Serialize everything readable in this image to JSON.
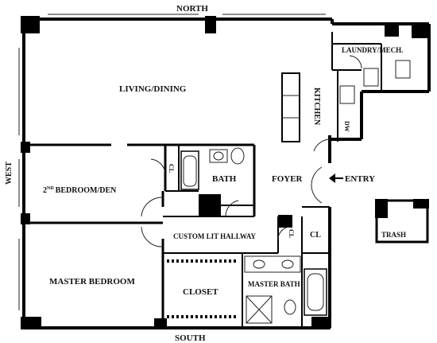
{
  "compass": {
    "north": "NORTH",
    "south": "SOUTH",
    "west": "WEST"
  },
  "rooms": {
    "living_dining": "LIVING/DINING",
    "kitchen": "KITCHEN",
    "laundry_mech": "LAUNDRY/MECH.",
    "dw": "DW",
    "bedroom2": "BEDROOM/DEN",
    "bedroom2_number": "2",
    "bedroom2_sup": "ND",
    "bath": "BATH",
    "cl_bath": "CL",
    "foyer": "FOYER",
    "entry": "ENTRY",
    "cl_foyer": "CL",
    "cl_hall": "CL",
    "hallway": "CUSTOM LIT HALLWAY",
    "master_bedroom": "MASTER BEDROOM",
    "closet": "CLOSET",
    "master_bath": "MASTER BATH",
    "trash": "TRASH"
  },
  "colors": {
    "ink": "#000000",
    "paper": "#ffffff"
  }
}
